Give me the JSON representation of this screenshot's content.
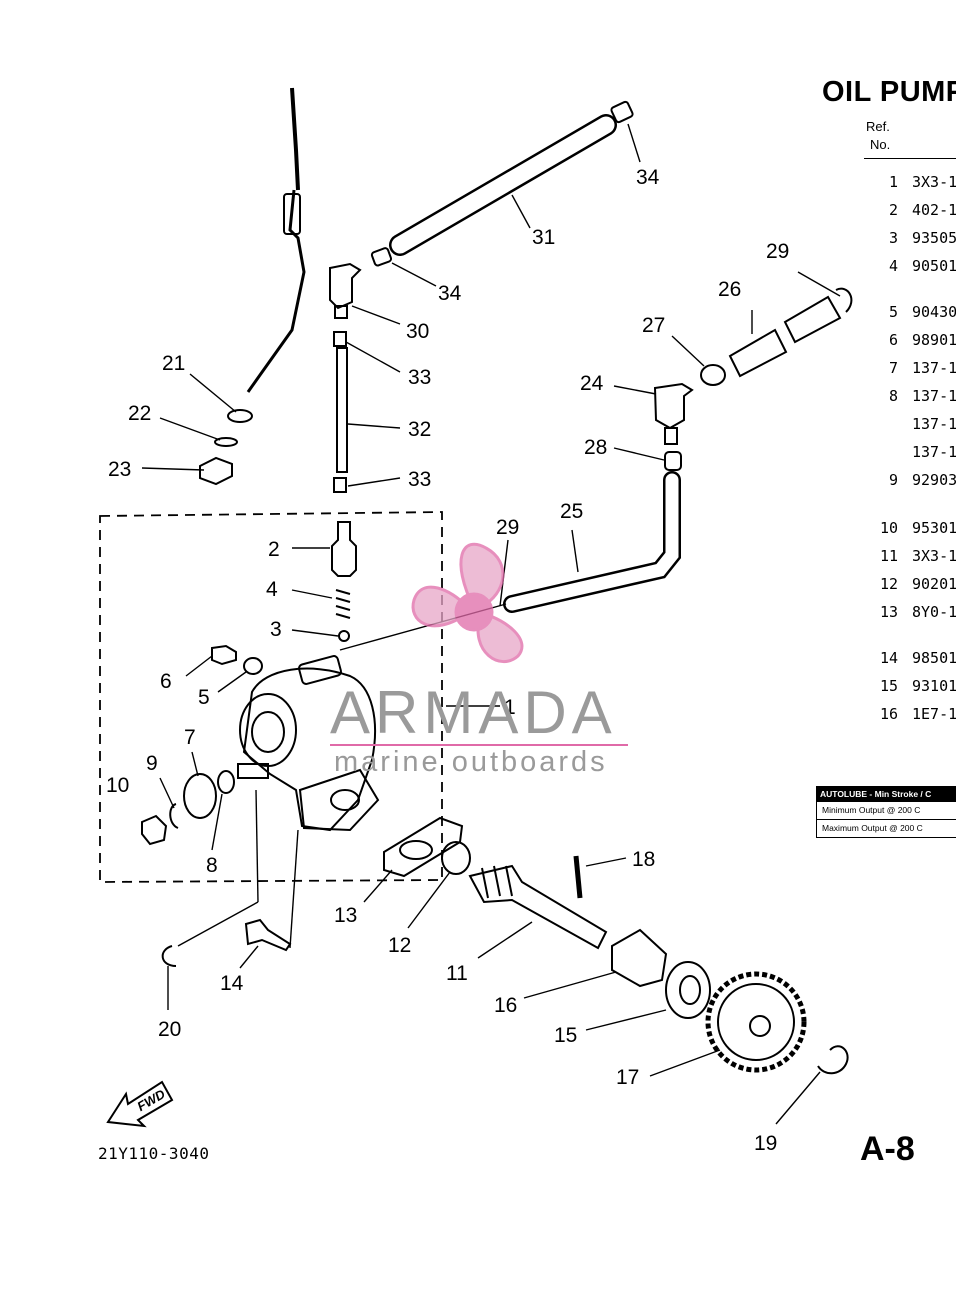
{
  "title": "OIL PUMP",
  "ref_header": {
    "ref": "Ref.",
    "no": "No."
  },
  "parts": [
    {
      "no": "1",
      "part": "3X3-1"
    },
    {
      "no": "2",
      "part": "402-1"
    },
    {
      "no": "3",
      "part": "93505"
    },
    {
      "no": "4",
      "part": "90501"
    },
    {
      "no": "5",
      "part": "90430"
    },
    {
      "no": "6",
      "part": "98901"
    },
    {
      "no": "7",
      "part": "137-1"
    },
    {
      "no": "8",
      "part": "137-1"
    },
    {
      "no": "",
      "part": "137-1"
    },
    {
      "no": "",
      "part": "137-1"
    },
    {
      "no": "9",
      "part": "92903"
    },
    {
      "no": "10",
      "part": "95301"
    },
    {
      "no": "11",
      "part": "3X3-1"
    },
    {
      "no": "12",
      "part": "90201"
    },
    {
      "no": "13",
      "part": "8Y0-1"
    },
    {
      "no": "14",
      "part": "98501"
    },
    {
      "no": "15",
      "part": "93101"
    },
    {
      "no": "16",
      "part": "1E7-1"
    }
  ],
  "autolube": {
    "header": "AUTOLUBE - Min Stroke / C",
    "min": "Minimum Output @ 200 C",
    "max": "Maximum Output @ 200 C"
  },
  "callouts": [
    "1",
    "2",
    "3",
    "4",
    "5",
    "6",
    "7",
    "8",
    "9",
    "10",
    "11",
    "12",
    "13",
    "14",
    "15",
    "16",
    "17",
    "18",
    "19",
    "20",
    "21",
    "22",
    "23",
    "24",
    "25",
    "26",
    "27",
    "28",
    "29",
    "29",
    "30",
    "31",
    "32",
    "33",
    "33",
    "34",
    "34"
  ],
  "fwd_label": "FWD",
  "diagram_code": "21Y110-3040",
  "page_label": "A-8",
  "watermark": {
    "brand": "ARMADA",
    "tagline": "marine outboards"
  },
  "colors": {
    "ink": "#000000",
    "watermark_pink": "#e06aa8",
    "watermark_gray": "#9a9a9a"
  }
}
